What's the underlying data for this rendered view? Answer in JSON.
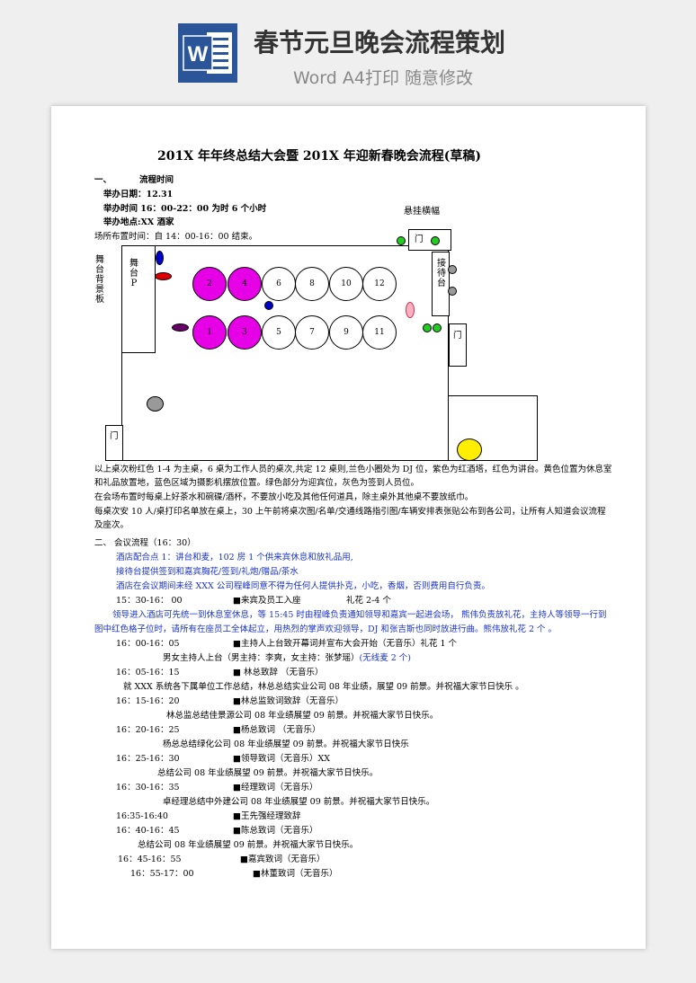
{
  "banner": {
    "logo_letter": "W",
    "title": "春节元旦晚会流程策划",
    "subtitle": "Word A4打印 随意修改"
  },
  "doc": {
    "title": "201X 年年终总结大会暨 201X 年迎新春晚会流程(草稿)",
    "s1_num": "一、",
    "s1_title": "流程时间",
    "date": "举办日期：12.31",
    "time": "举办时间 16：00-22：00 为时 6 个小时",
    "place": "举办地点:XX 酒家",
    "setup": "场所布置时间：自 14：00-16：00 结束。"
  },
  "plan": {
    "banner_label": "悬挂横幅",
    "door": "门",
    "stage_bg": "舞台背景板",
    "stage": "舞台P",
    "reception": "接待台",
    "tables": [
      "1",
      "2",
      "3",
      "4",
      "5",
      "6",
      "7",
      "8",
      "9",
      "10",
      "11",
      "12"
    ]
  },
  "notes": {
    "n1": "以上桌次粉红色 1-4 为主桌，6 桌为工作人员的桌次,共定 12 桌则,兰色小圈处为 DJ 位，紫色为红酒塔，红色为讲台。黄色位置为休息室",
    "n1b": "和礼品放置地，蓝色区域为摄影机摆放位置。绿色部分为迎宾位，灰色为签到人员位。",
    "n2": "在会场布置时每桌上好茶水和碗碟/酒杯，不要放小吃及其他任何道具，除主桌外其他桌不要放纸巾。",
    "n3": "每桌次安 10 人/桌打印名单放在桌上，30 上午前将桌次图/名单/交通线路指引图/车辆安排表张贴公布到各公司，让所有人知道会议流程",
    "n3b": "及座次。"
  },
  "agenda": {
    "s2": "二、 会议流程（16：30）",
    "hotel1": "酒店配合点 1：讲台和麦，102 房 1 个供来宾休息和放礼品用,",
    "hotel2": "接待台提供签到和嘉宾胸花/签到/礼炮/赠品/茶水",
    "hotel3": "酒店在会议期间未经 XXX 公司程峰同意不得为任何人提供扑克，小吃，香烟，否则费用自行负责。",
    "r1_time": "15：30-16：  00",
    "r1_item": "■来宾及员工入座",
    "r1_extra": "礼花 2-4 个",
    "blue_para1": "领导进入酒店可先统一到休息室休息，等 15:45 时由程峰负责通知领导和嘉宾一起进会场，  熊伟负责放礼花，主持人等领导一行到",
    "blue_para2": "图中红色格子位时，请所有在座员工全体起立，用热烈的掌声欢迎领导，DJ 和张吉斯也同时放进行曲。熊伟放礼花 2 个 。",
    "r2_time": "16：00-16：05",
    "r2_item": "■主持人上台致开幕词并宣布大会开始（无音乐）礼花 1 个",
    "r2_sub": "男女主持人上台（男主持：李爽，女主持：张梦瑶）",
    "r2_sub_blue": "(无线麦 2 个)",
    "r3_time": "16：05-16：15",
    "r3_item": "■  林总致辞   （无音乐）",
    "r3_sub": "就 XXX 系统各下属单位工作总结，林总总结实业公司 08 年业绩，展望 09 前景。并祝福大家节日快乐 。",
    "r4_time": "16：15-16：20",
    "r4_item": "■林总监致词致辞（无音乐）",
    "r4_sub": "林总监总结佳景源公司 08 年业绩展望 09 前景。并祝福大家节日快乐。",
    "r5_time": "16：20-16：25",
    "r5_item": "■杨总致词   （无音乐）",
    "r5_sub": "杨总总结绿化公司 08 年业绩展望 09 前景。并祝福大家节日快乐",
    "r6_time": "16：25-16：30",
    "r6_item": "■领导致词（无音乐）XX",
    "r6_sub": "总结公司 08 年业绩展望 09 前景。并祝福大家节日快乐。",
    "r7_time": "16：30-16：35",
    "r7_item": "■经理致词（无音乐）",
    "r7_sub": "卓经理总结中外建公司 08 年业绩展望 09 前景。并祝福大家节日快乐。",
    "r8_time": "16:35-16:40",
    "r8_item": "■王先强经理致辞",
    "r9_time": "16：40-16：45",
    "r9_item": "■陈总致词（无音乐）",
    "r9_sub": "总结公司 08 年业绩展望 09 前景。并祝福大家节日快乐。",
    "r10_time": "16：45-16：55",
    "r10_item": "■嘉宾致词（无音乐）",
    "r11_time": "16：55-17：00",
    "r11_item": "■林董致词（无音乐）"
  },
  "colors": {
    "word_blue": "#2a5699",
    "main_table": "#e600e6",
    "green": "#22cc22",
    "dj_blue": "#0000cc",
    "podium_red": "#dd0000",
    "wine_purple": "#660066",
    "rest_yellow": "#ffee00",
    "camera_pink": "#ffb0c0",
    "signin_gray": "#999999"
  }
}
